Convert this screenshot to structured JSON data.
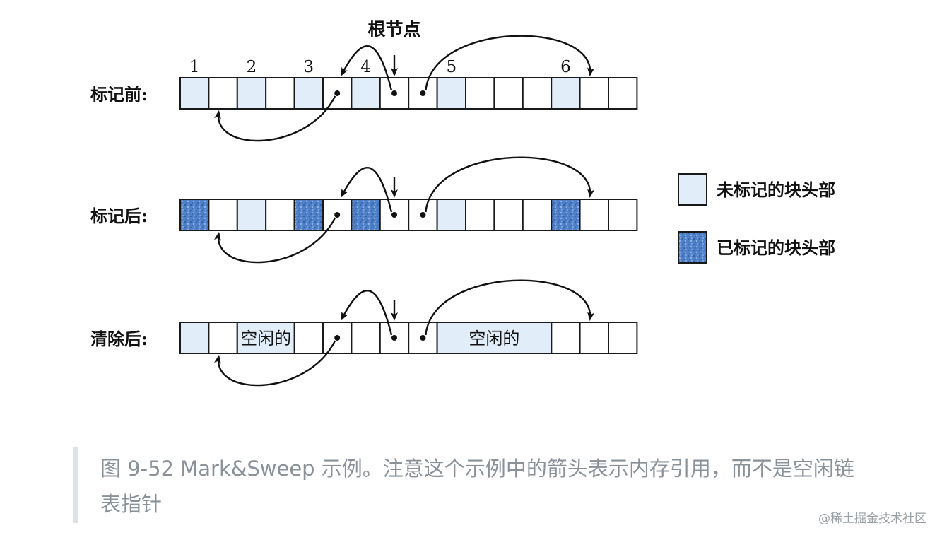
{
  "figure": {
    "root_label": "根节点",
    "rows": [
      {
        "label": "标记前:",
        "cells": [
          "u",
          "w",
          "u",
          "w",
          "u",
          "w",
          "u",
          "w",
          "w",
          "u",
          "w",
          "w",
          "w",
          "u",
          "w",
          "w"
        ],
        "free_regions": []
      },
      {
        "label": "标记后:",
        "cells": [
          "m",
          "w",
          "u",
          "w",
          "m",
          "w",
          "m",
          "w",
          "w",
          "u",
          "w",
          "w",
          "w",
          "m",
          "w",
          "w"
        ],
        "free_regions": []
      },
      {
        "label": "清除后:",
        "cells": [
          "u",
          "w",
          "f",
          "w",
          "w",
          "w",
          "w",
          "w",
          "w",
          "f",
          "f",
          "f",
          "f",
          "w",
          "w",
          "w"
        ],
        "free_regions": [
          {
            "start": 2,
            "span": 2,
            "text": "空闲的"
          },
          {
            "start": 9,
            "span": 4,
            "text": "空闲的"
          }
        ]
      }
    ],
    "block_numbers": [
      {
        "text": "1",
        "cell": 0
      },
      {
        "text": "2",
        "cell": 2
      },
      {
        "text": "3",
        "cell": 4
      },
      {
        "text": "4",
        "cell": 6
      },
      {
        "text": "5",
        "cell": 9
      },
      {
        "text": "6",
        "cell": 13
      }
    ],
    "root_cell": 7,
    "pointers": [
      {
        "from": 7,
        "to": 5,
        "side": "top"
      },
      {
        "from": 8,
        "to": 14,
        "side": "top"
      },
      {
        "from": 5,
        "to": 1,
        "side": "bottom"
      }
    ],
    "legend": [
      {
        "swatch": "unmarked",
        "label": "未标记的块头部"
      },
      {
        "swatch": "marked",
        "label": "已标记的块头部"
      }
    ],
    "colors": {
      "unmarked": "#e1edf8",
      "marked": "#4f80c8",
      "marked_dark": "#2d5ea8",
      "free": "#e1edf8",
      "white": "#ffffff"
    }
  },
  "caption": "图 9-52 Mark&Sweep 示例。注意这个示例中的箭头表示内存引用，而不是空闲链表指针",
  "watermark": "@稀土掘金技术社区"
}
